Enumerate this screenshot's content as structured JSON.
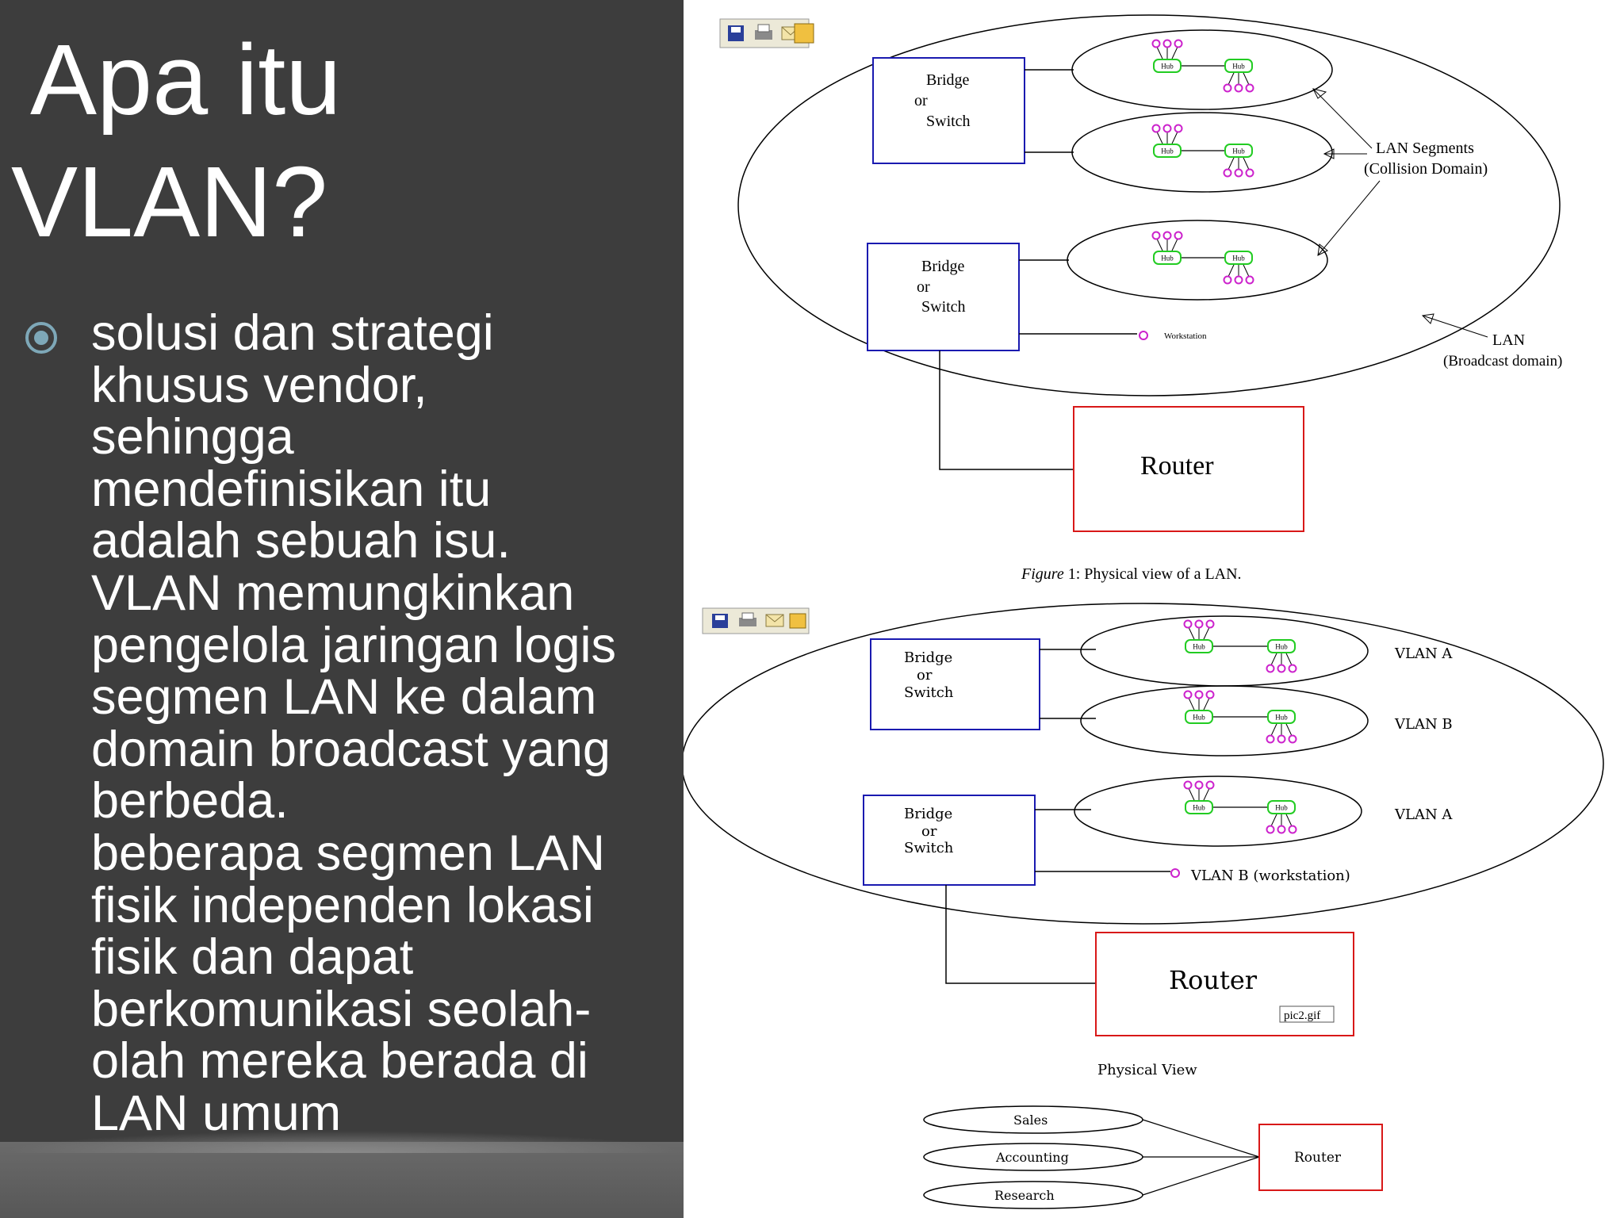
{
  "slide": {
    "title_line1": "Apa itu",
    "title_line2": "VLAN?",
    "bullet_icon": "circle-bullet-icon",
    "bullet_text": "solusi dan strategi\nkhusus vendor,\nsehingga\nmendefinisikan itu\nadalah sebuah isu.\nVLAN memungkinkan\npengelola jaringan logis\nsegmen LAN ke dalam\ndomain broadcast yang\nberbeda.\nbeberapa segmen LAN\nfisik independen lokasi\nfisik dan dapat\nberkomunikasi seolah-\nolah mereka berada di\nLAN umum"
  },
  "figure1": {
    "toolbar_icons": [
      "save-icon",
      "print-icon",
      "mail-icon",
      "folder-icon"
    ],
    "bridge_label": [
      "Bridge",
      "or",
      "Switch"
    ],
    "hub_label": "Hub",
    "workstation_label": "Workstation",
    "lan_segments_label": [
      "LAN Segments",
      "(Collision Domain)"
    ],
    "lan_label": [
      "LAN",
      "(Broadcast domain)"
    ],
    "router_label": "Router",
    "caption_italic": "Figure",
    "caption_rest": " 1: Physical view of a LAN."
  },
  "figure2": {
    "toolbar_icons": [
      "save-icon",
      "print-icon",
      "mail-icon",
      "folder-icon"
    ],
    "bridge_label": [
      "Bridge",
      "or",
      "Switch"
    ],
    "hub_label": "Hub",
    "vlan_labels": [
      "VLAN A",
      "VLAN B",
      "VLAN A"
    ],
    "workstation_label": "VLAN B (workstation)",
    "router_label": "Router",
    "image_tag": "pic2.gif",
    "caption": "Physical View"
  },
  "figure3": {
    "groups": [
      "Sales",
      "Accounting",
      "Research"
    ],
    "router_label": "Router"
  },
  "colors": {
    "panel_bg": "#3d3d3d",
    "bullet": "#7ea8b8",
    "switch_border": "#1a1ab0",
    "router_border": "#d81818",
    "hub_border": "#22cc22",
    "node_color": "#cc22cc"
  }
}
